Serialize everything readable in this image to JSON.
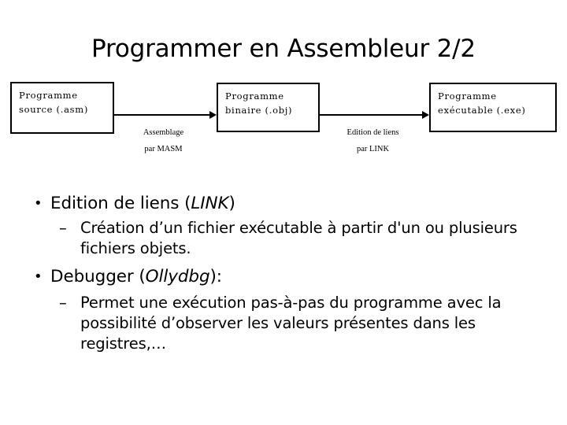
{
  "slide": {
    "title": "Programmer en Assembleur 2/2"
  },
  "diagram": {
    "boxes": [
      {
        "name": "source",
        "line1": "Programme",
        "line2": "source (.asm)"
      },
      {
        "name": "binary",
        "line1": "Programme",
        "line2": "binaire (.obj)"
      },
      {
        "name": "executable",
        "line1": "Programme",
        "line2": "exécutable (.exe)"
      }
    ],
    "arrows": [
      {
        "name": "assemblage",
        "line1": "Assemblage",
        "line2": "par MASM"
      },
      {
        "name": "link",
        "line1": "Edition de liens",
        "line2": "par LINK"
      }
    ]
  },
  "content": {
    "bullet1": {
      "text_before": "Edition de liens (",
      "emphasis": "LINK",
      "text_after": ")",
      "sub": "Création d’un fichier exécutable à partir d'un ou plusieurs fichiers objets."
    },
    "bullet2": {
      "text_before": "Debugger (",
      "emphasis": "Ollydbg",
      "text_after": "):",
      "sub": "Permet une exécution pas-à-pas du programme avec la possibilité d’observer les valeurs présentes dans les registres,…"
    },
    "bullet_glyph": "•",
    "dash_glyph": "–"
  },
  "colors": {
    "background": "#ffffff",
    "text": "#000000",
    "box_border": "#000000"
  }
}
